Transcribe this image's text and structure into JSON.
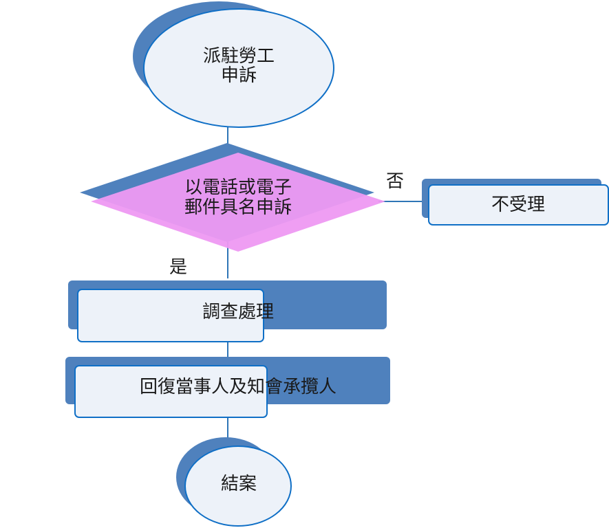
{
  "colors": {
    "shadow": "#4f81bd",
    "fill": "#edf2f9",
    "stroke": "#0f6fc6",
    "connector": "#2e75b6",
    "decision_fill": "#ee99f2",
    "decision_shadow": "#4f81bd"
  },
  "nodes": {
    "start": {
      "lines": [
        "派駐勞工",
        "申訴"
      ]
    },
    "decision": {
      "lines": [
        "以電話或電子",
        "郵件具名申訴"
      ]
    },
    "reject": {
      "label": "不受理"
    },
    "investigate": {
      "label": "調查處理"
    },
    "reply": {
      "label": "回復當事人及知會承攬人"
    },
    "end": {
      "label": "結案"
    }
  },
  "edges": {
    "no_label": "否",
    "yes_label": "是"
  }
}
